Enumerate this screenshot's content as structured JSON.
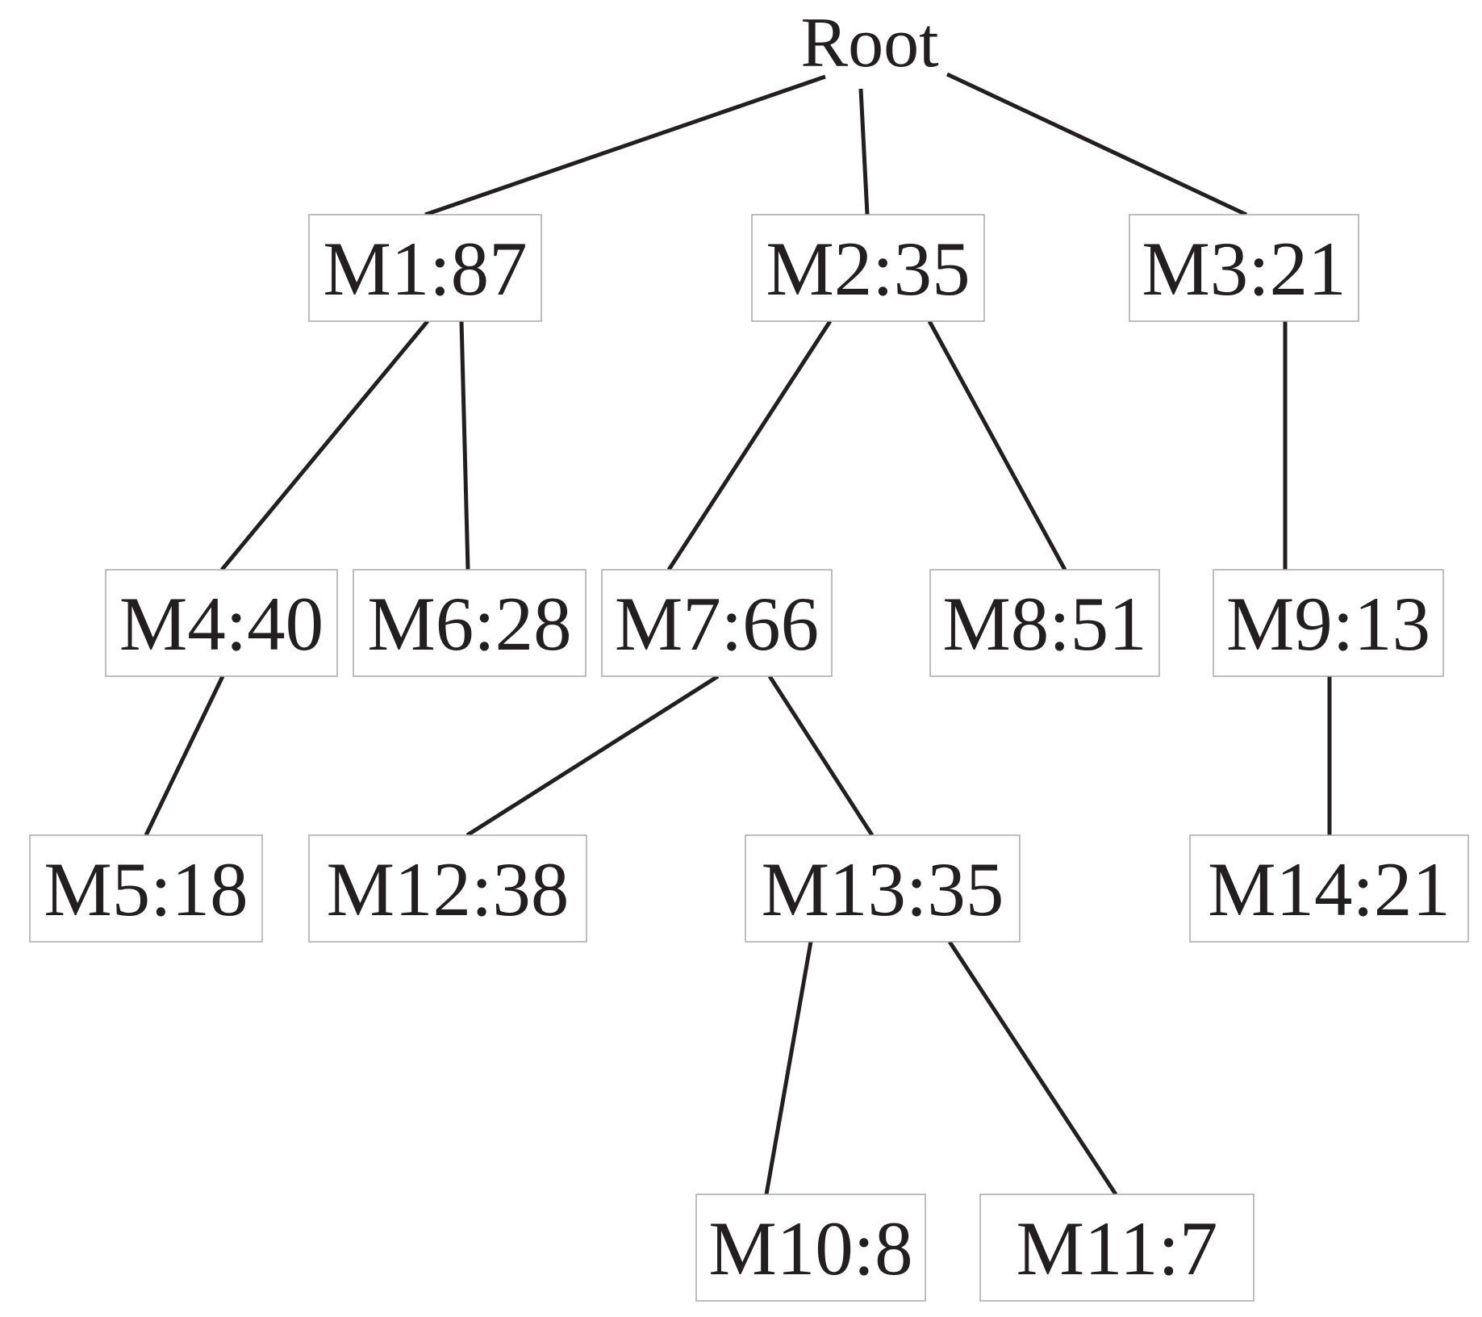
{
  "diagram": {
    "type": "tree",
    "root": {
      "id": "root",
      "label": "Root"
    },
    "nodes": [
      {
        "id": "m1",
        "label": "M1:87"
      },
      {
        "id": "m2",
        "label": "M2:35"
      },
      {
        "id": "m3",
        "label": "M3:21"
      },
      {
        "id": "m4",
        "label": "M4:40"
      },
      {
        "id": "m6",
        "label": "M6:28"
      },
      {
        "id": "m7",
        "label": "M7:66"
      },
      {
        "id": "m8",
        "label": "M8:51"
      },
      {
        "id": "m9",
        "label": "M9:13"
      },
      {
        "id": "m5",
        "label": "M5:18"
      },
      {
        "id": "m12",
        "label": "M12:38"
      },
      {
        "id": "m13",
        "label": "M13:35"
      },
      {
        "id": "m14",
        "label": "M14:21"
      },
      {
        "id": "m10",
        "label": "M10:8"
      },
      {
        "id": "m11",
        "label": "M11:7"
      }
    ],
    "edges": [
      {
        "from": "root",
        "to": "m1"
      },
      {
        "from": "root",
        "to": "m2"
      },
      {
        "from": "root",
        "to": "m3"
      },
      {
        "from": "m1",
        "to": "m4"
      },
      {
        "from": "m1",
        "to": "m6"
      },
      {
        "from": "m2",
        "to": "m7"
      },
      {
        "from": "m2",
        "to": "m8"
      },
      {
        "from": "m3",
        "to": "m9"
      },
      {
        "from": "m4",
        "to": "m5"
      },
      {
        "from": "m7",
        "to": "m12"
      },
      {
        "from": "m7",
        "to": "m13"
      },
      {
        "from": "m9",
        "to": "m14"
      },
      {
        "from": "m13",
        "to": "m10"
      },
      {
        "from": "m13",
        "to": "m11"
      }
    ],
    "colors": {
      "line": "#231f20",
      "box_border": "#a7a9ac",
      "text": "#231f20",
      "background": "#ffffff"
    }
  }
}
